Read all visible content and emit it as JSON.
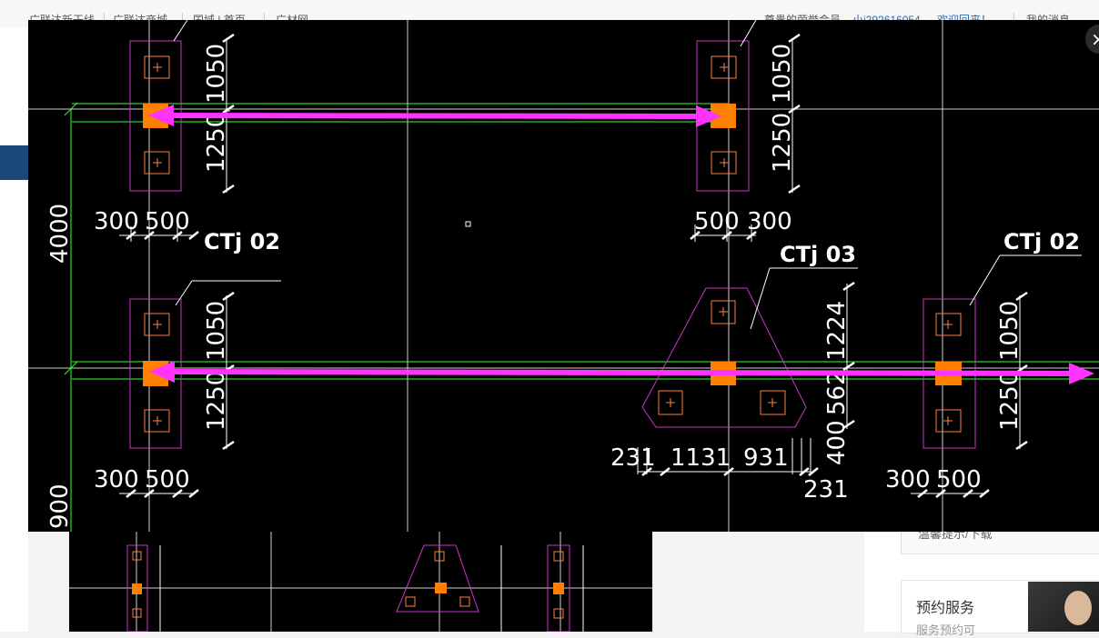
{
  "topbar": {
    "links": [
      "广联达新干线",
      "广联达商城",
      "国域 | 首页",
      "广材网"
    ],
    "user_greeting": "尊贵的荣誉会员",
    "user_name": "小j292616054",
    "welcome": "欢迎回来！",
    "messages": "我的消息"
  },
  "drawing": {
    "labels": {
      "ctj02_left": "CTj 02",
      "ctj03": "CTj 03",
      "ctj02_right": "CTj 02"
    },
    "dims": {
      "d1050": "1050",
      "d1250": "1250",
      "d300": "300",
      "d500": "500",
      "d4000": "4000",
      "d1224": "1224",
      "d562": "562",
      "d400": "400",
      "d231": "231",
      "d1131": "1131",
      "d931": "931",
      "d900": "900"
    }
  },
  "side": {
    "download_hint": "温馨提示/下载",
    "service_title": "预约服务",
    "service_sub": "服务预约可"
  },
  "colors": {
    "magenta": "#ff33ff",
    "orange": "#ff8000",
    "green": "#33ff33",
    "cad_bg": "#000000"
  },
  "close_icon": "×"
}
